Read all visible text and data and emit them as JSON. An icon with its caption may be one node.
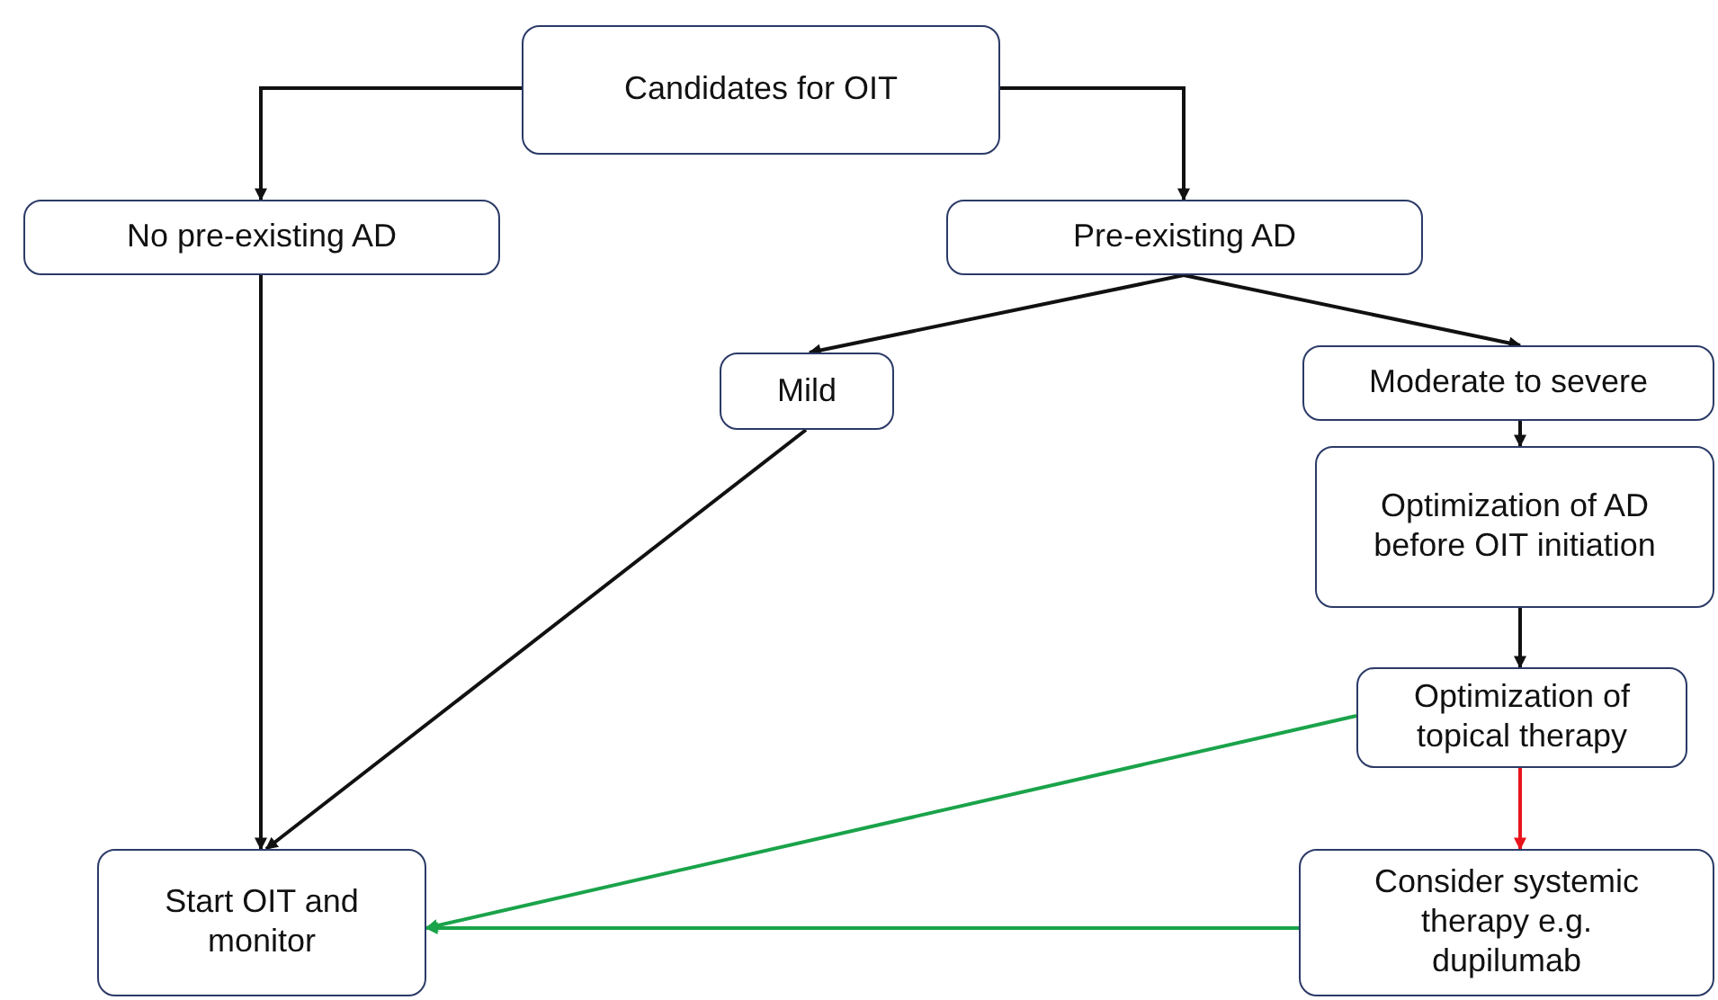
{
  "diagram": {
    "nodes": [
      {
        "text": [
          "Candidates for OIT"
        ]
      },
      {
        "text": [
          "No pre-existing AD"
        ]
      },
      {
        "text": [
          "Pre-existing AD"
        ]
      },
      {
        "text": [
          "Mild"
        ]
      },
      {
        "text": [
          "Moderate to severe"
        ]
      },
      {
        "text": [
          "Optimization of AD before OIT initiation"
        ]
      },
      {
        "text": [
          "Optimization of topical therapy"
        ]
      },
      {
        "text": [
          "Start OIT and monitor"
        ]
      },
      {
        "text": [
          "Consider systemic therapy e.g. dupilumab"
        ]
      }
    ],
    "edges": [
      {
        "from": 0,
        "to": 1,
        "arrow": "to"
      },
      {
        "from": 0,
        "to": 2,
        "arrow": "to"
      },
      {
        "from": 2,
        "to": 3,
        "arrow": "to"
      },
      {
        "from": 2,
        "to": 4,
        "arrow": "to"
      },
      {
        "from": 1,
        "to": 7,
        "arrow": "to"
      },
      {
        "from": 3,
        "to": 7,
        "arrow": "to"
      },
      {
        "from": 4,
        "to": 5,
        "arrow": "to"
      },
      {
        "from": 5,
        "to": 6,
        "arrow": "to"
      },
      {
        "from": 6,
        "to": 8,
        "arrow": "to",
        "color": "#e8141b"
      },
      {
        "from": 6,
        "to": 7,
        "arrow": "to",
        "color": "#1aa34a"
      },
      {
        "from": 8,
        "to": 7,
        "arrow": "to",
        "color": "#1aa34a"
      }
    ]
  }
}
